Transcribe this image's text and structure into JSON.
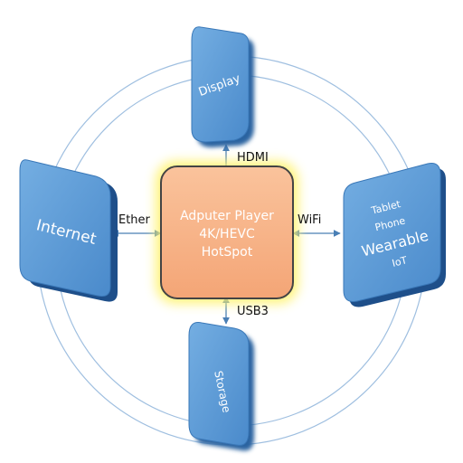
{
  "center": {
    "line1": "Adputer Player",
    "line2": "4K/HEVC",
    "line3": "HotSpot"
  },
  "nodes": {
    "display": "Display",
    "internet": "Internet",
    "storage": "Storage",
    "devices": {
      "line1": "Tablet",
      "line2": "Phone",
      "line3": "Wearable",
      "line4": "IoT"
    }
  },
  "links": {
    "hdmi": "HDMI",
    "ether": "Ether",
    "wifi": "WiFi",
    "usb3": "USB3"
  },
  "colors": {
    "panel_fill": "#5b9bd5",
    "panel_dark": "#2e6aa8",
    "center_fill": "#f8b187",
    "center_glow": "#fff17a",
    "ring": "#8fb4d9",
    "arrow": "#4a7fb5"
  }
}
